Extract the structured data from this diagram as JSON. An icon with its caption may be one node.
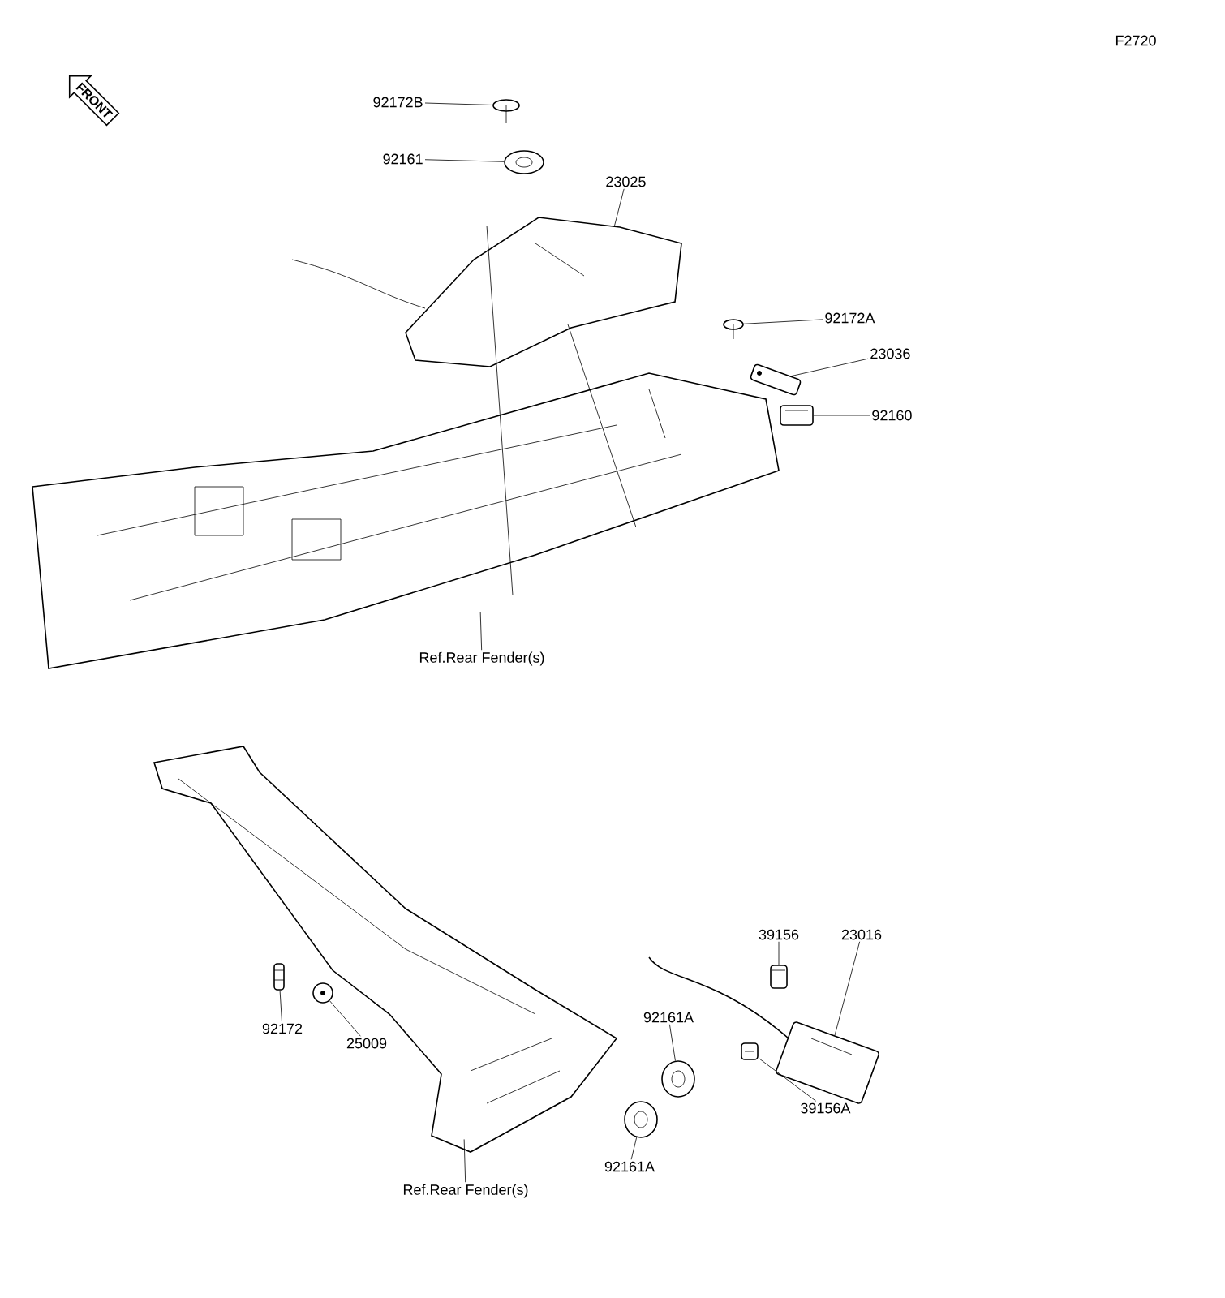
{
  "diagram": {
    "nodes": [
      {
        "text": [
          "92172B"
        ]
      },
      {
        "text": [],
        "shape": "picture"
      },
      {
        "text": [
          "92161"
        ]
      },
      {
        "text": [],
        "shape": "picture"
      },
      {
        "text": [
          "23025"
        ]
      },
      {
        "text": [],
        "shape": "picture"
      },
      {
        "text": [
          "92172A"
        ]
      },
      {
        "text": [],
        "shape": "picture"
      },
      {
        "text": [
          "23036"
        ]
      },
      {
        "text": [],
        "shape": "picture"
      },
      {
        "text": [
          "92160"
        ]
      },
      {
        "text": [],
        "shape": "picture"
      },
      {
        "text": [
          "Ref.Rear Fender(s)"
        ]
      },
      {
        "text": [],
        "shape": "picture"
      },
      {
        "text": [
          "92172"
        ]
      },
      {
        "text": [],
        "shape": "picture"
      },
      {
        "text": [
          "25009"
        ]
      },
      {
        "text": [],
        "shape": "picture"
      },
      {
        "text": [
          "92161A"
        ]
      },
      {
        "text": [],
        "shape": "picture"
      },
      {
        "text": [
          "39156"
        ]
      },
      {
        "text": [],
        "shape": "picture"
      },
      {
        "text": [
          "23016"
        ]
      },
      {
        "text": [],
        "shape": "picture"
      },
      {
        "text": [
          "39156A"
        ]
      },
      {
        "text": [],
        "shape": "picture"
      },
      {
        "text": [
          "92161A"
        ]
      },
      {
        "text": [],
        "shape": "picture"
      },
      {
        "text": [
          "Ref.Rear Fender(s)"
        ]
      },
      {
        "text": [],
        "shape": "picture"
      }
    ],
    "edges": [
      {
        "from": 0,
        "to": 1,
        "arrow": "none"
      },
      {
        "from": 2,
        "to": 3,
        "arrow": "none"
      },
      {
        "from": 4,
        "to": 5,
        "arrow": "none"
      },
      {
        "from": 6,
        "to": 7,
        "arrow": "none"
      },
      {
        "from": 8,
        "to": 9,
        "arrow": "none"
      },
      {
        "from": 10,
        "to": 11,
        "arrow": "none"
      },
      {
        "from": 12,
        "to": 13,
        "arrow": "none"
      },
      {
        "from": 14,
        "to": 15,
        "arrow": "none"
      },
      {
        "from": 16,
        "to": 17,
        "arrow": "none"
      },
      {
        "from": 18,
        "to": 19,
        "arrow": "none"
      },
      {
        "from": 20,
        "to": 21,
        "arrow": "none"
      },
      {
        "from": 22,
        "to": 23,
        "arrow": "none"
      },
      {
        "from": 24,
        "to": 25,
        "arrow": "none"
      },
      {
        "from": 26,
        "to": 27,
        "arrow": "none"
      },
      {
        "from": 28,
        "to": 29,
        "arrow": "none"
      },
      {
        "from": 5,
        "to": 13,
        "arrow": "none"
      },
      {
        "from": 5,
        "to": 13,
        "arrow": "none"
      }
    ],
    "labels": [
      "F2720",
      "FRONT"
    ]
  }
}
